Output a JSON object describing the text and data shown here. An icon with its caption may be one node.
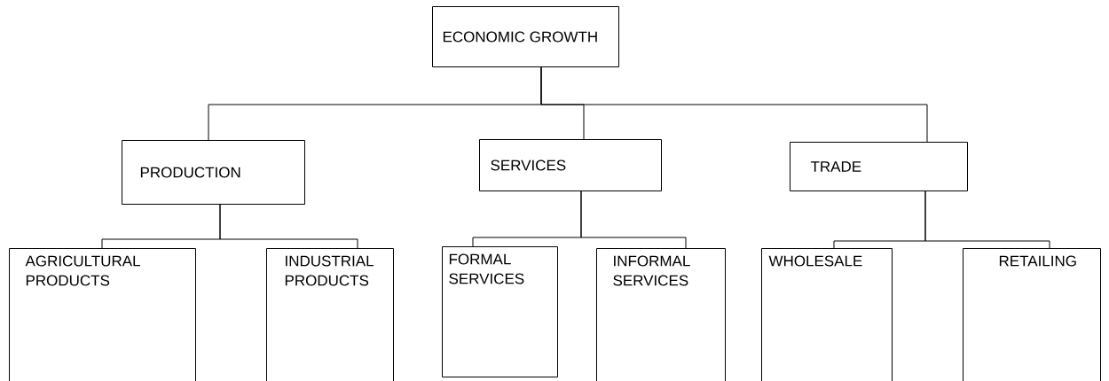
{
  "diagram": {
    "nodes": [
      {
        "text": [
          "ECONOMIC GROWTH"
        ]
      },
      {
        "text": [
          "PRODUCTION"
        ]
      },
      {
        "text": [
          "SERVICES"
        ]
      },
      {
        "text": [
          "TRADE"
        ]
      },
      {
        "text": [
          "AGRICULTURAL PRODUCTS"
        ]
      },
      {
        "text": [
          "INDUSTRIAL PRODUCTS"
        ]
      },
      {
        "text": [
          "FORMAL SERVICES"
        ]
      },
      {
        "text": [
          "INFORMAL SERVICES"
        ]
      },
      {
        "text": [
          "WHOLESALE"
        ]
      },
      {
        "text": [
          "RETAILING"
        ]
      }
    ],
    "edges": [
      {
        "from": 0,
        "to": 1,
        "arrow": "none"
      },
      {
        "from": 0,
        "to": 2,
        "arrow": "none"
      },
      {
        "from": 0,
        "to": 3,
        "arrow": "none"
      },
      {
        "from": 1,
        "to": 4,
        "arrow": "none"
      },
      {
        "from": 1,
        "to": 5,
        "arrow": "none"
      },
      {
        "from": 2,
        "to": 6,
        "arrow": "none"
      },
      {
        "from": 2,
        "to": 7,
        "arrow": "none"
      },
      {
        "from": 3,
        "to": 8,
        "arrow": "none"
      },
      {
        "from": 3,
        "to": 9,
        "arrow": "none"
      }
    ]
  }
}
